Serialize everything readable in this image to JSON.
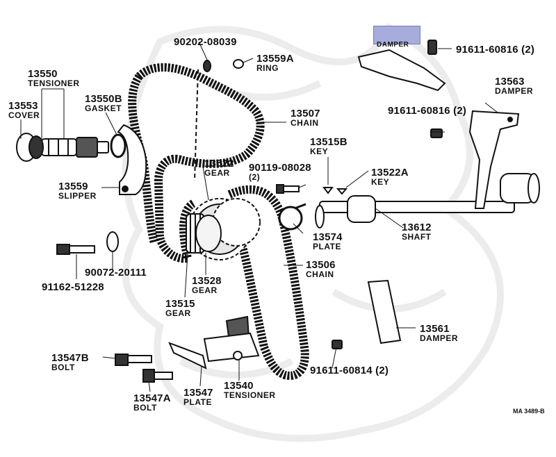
{
  "diagram_ref": "MA 3489-B",
  "labels": {
    "p13550": {
      "num": "13550",
      "name": "TENSIONER"
    },
    "p13553": {
      "num": "13553",
      "name": "COVER"
    },
    "p13550b": {
      "num": "13550B",
      "name": "GASKET"
    },
    "p13559": {
      "num": "13559",
      "name": "SLIPPER"
    },
    "p90202": {
      "num": "90202-08039"
    },
    "p13559a": {
      "num": "13559A",
      "name": "RING"
    },
    "p13507": {
      "num": "13507",
      "name": "CHAIN"
    },
    "p13522": {
      "num": "13522",
      "name": "GEAR"
    },
    "p90119": {
      "num": "90119-08028",
      "qty": "(2)"
    },
    "p13515b": {
      "num": "13515B",
      "name": "KEY"
    },
    "p13522a": {
      "num": "13522A",
      "name": "KEY"
    },
    "p91611_60816_top": {
      "num": "91611-60816 (2)"
    },
    "p_damper_top": {
      "name": "DAMPER"
    },
    "p13563": {
      "num": "13563",
      "name": "DAMPER"
    },
    "p91611_60816_mid": {
      "num": "91611-60816 (2)"
    },
    "p13574": {
      "num": "13574",
      "name": "PLATE"
    },
    "p13612": {
      "num": "13612",
      "name": "SHAFT"
    },
    "p90072": {
      "num": "90072-20111"
    },
    "p91162": {
      "num": "91162-51228"
    },
    "p13528": {
      "num": "13528",
      "name": "GEAR"
    },
    "p13515": {
      "num": "13515",
      "name": "GEAR"
    },
    "p13506": {
      "num": "13506",
      "name": "CHAIN"
    },
    "p13561": {
      "num": "13561",
      "name": "DAMPER"
    },
    "p91611_60814": {
      "num": "91611-60814 (2)"
    },
    "p13547b": {
      "num": "13547B",
      "name": "BOLT"
    },
    "p13547a": {
      "num": "13547A",
      "name": "BOLT"
    },
    "p13547": {
      "num": "13547",
      "name": "PLATE"
    },
    "p13540": {
      "num": "13540",
      "name": "TENSIONER"
    }
  },
  "colors": {
    "ink": "#111111",
    "highlight": "#a6acdc",
    "watermark": "#ececec",
    "background": "#ffffff"
  }
}
